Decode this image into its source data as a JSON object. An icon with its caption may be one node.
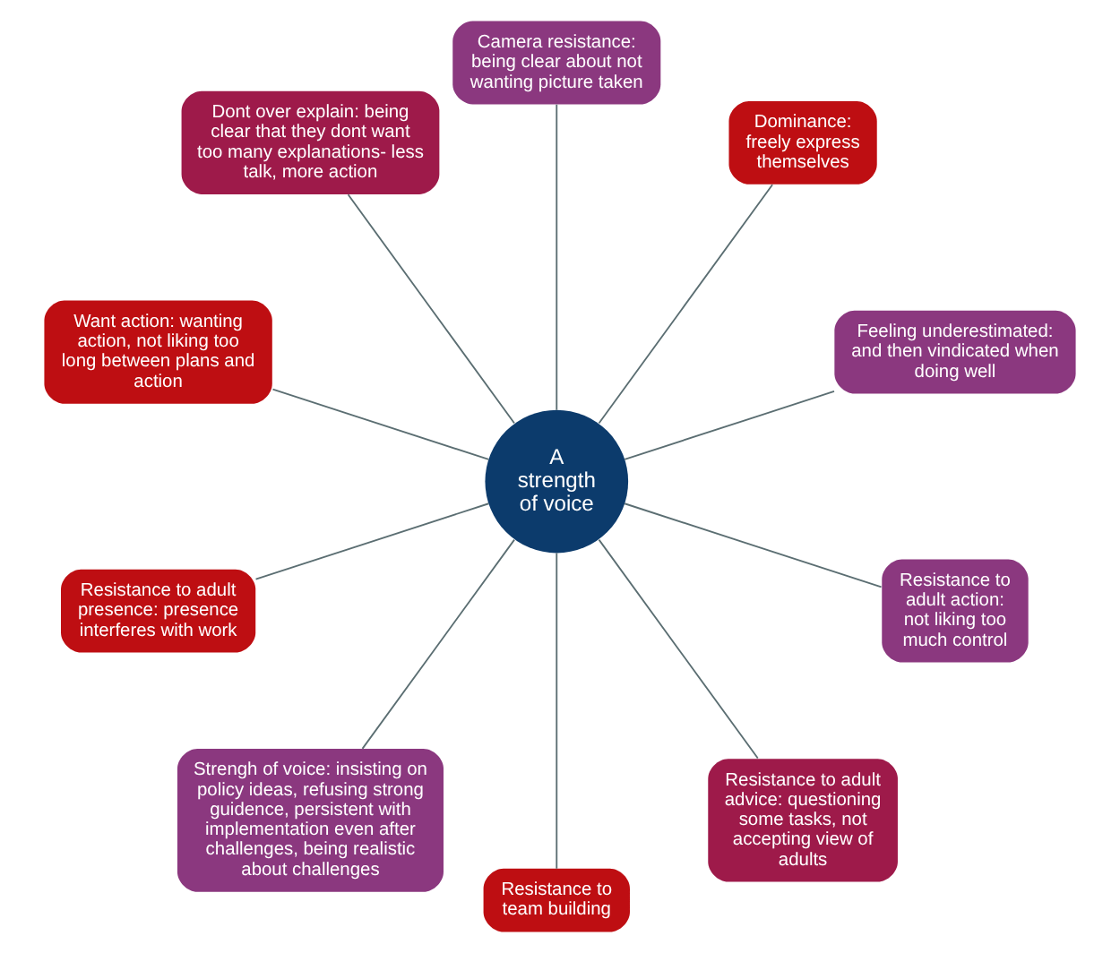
{
  "diagram": {
    "nodes": [
      {
        "text": [
          "A strength of voice"
        ]
      },
      {
        "text": [
          "Camera resistance: being clear about not wanting picture taken"
        ]
      },
      {
        "text": [
          "Dont over explain: being clear that they dont want too many explanations- less talk, more action"
        ]
      },
      {
        "text": [
          "Want action: wanting action, not liking too long between plans and action"
        ]
      },
      {
        "text": [
          "Resistance to adult presence: presence interferes with work"
        ]
      },
      {
        "text": [
          "Strengh of voice: insisting on policy ideas, refusing strong guidence, persistent with implementation even after challenges, being realistic about challenges"
        ]
      },
      {
        "text": [
          "Dominance: freely express themselves"
        ]
      },
      {
        "text": [
          "Feeling underestimated: and then vindicated when doing well"
        ]
      },
      {
        "text": [
          "Resistance to adult action: not liking too much control"
        ]
      },
      {
        "text": [
          "Resistance to adult advice: questioning some tasks, not accepting view of adults"
        ]
      },
      {
        "text": [
          "Resistance to team building"
        ]
      }
    ],
    "edges": [
      {
        "from": 0,
        "to": 1,
        "arrow": "none"
      },
      {
        "from": 0,
        "to": 2,
        "arrow": "none"
      },
      {
        "from": 0,
        "to": 3,
        "arrow": "none"
      },
      {
        "from": 0,
        "to": 4,
        "arrow": "none"
      },
      {
        "from": 0,
        "to": 5,
        "arrow": "none"
      },
      {
        "from": 0,
        "to": 6,
        "arrow": "none"
      },
      {
        "from": 0,
        "to": 7,
        "arrow": "none"
      },
      {
        "from": 0,
        "to": 8,
        "arrow": "none"
      },
      {
        "from": 0,
        "to": 9,
        "arrow": "none"
      },
      {
        "from": 0,
        "to": 10,
        "arrow": "none"
      }
    ]
  }
}
